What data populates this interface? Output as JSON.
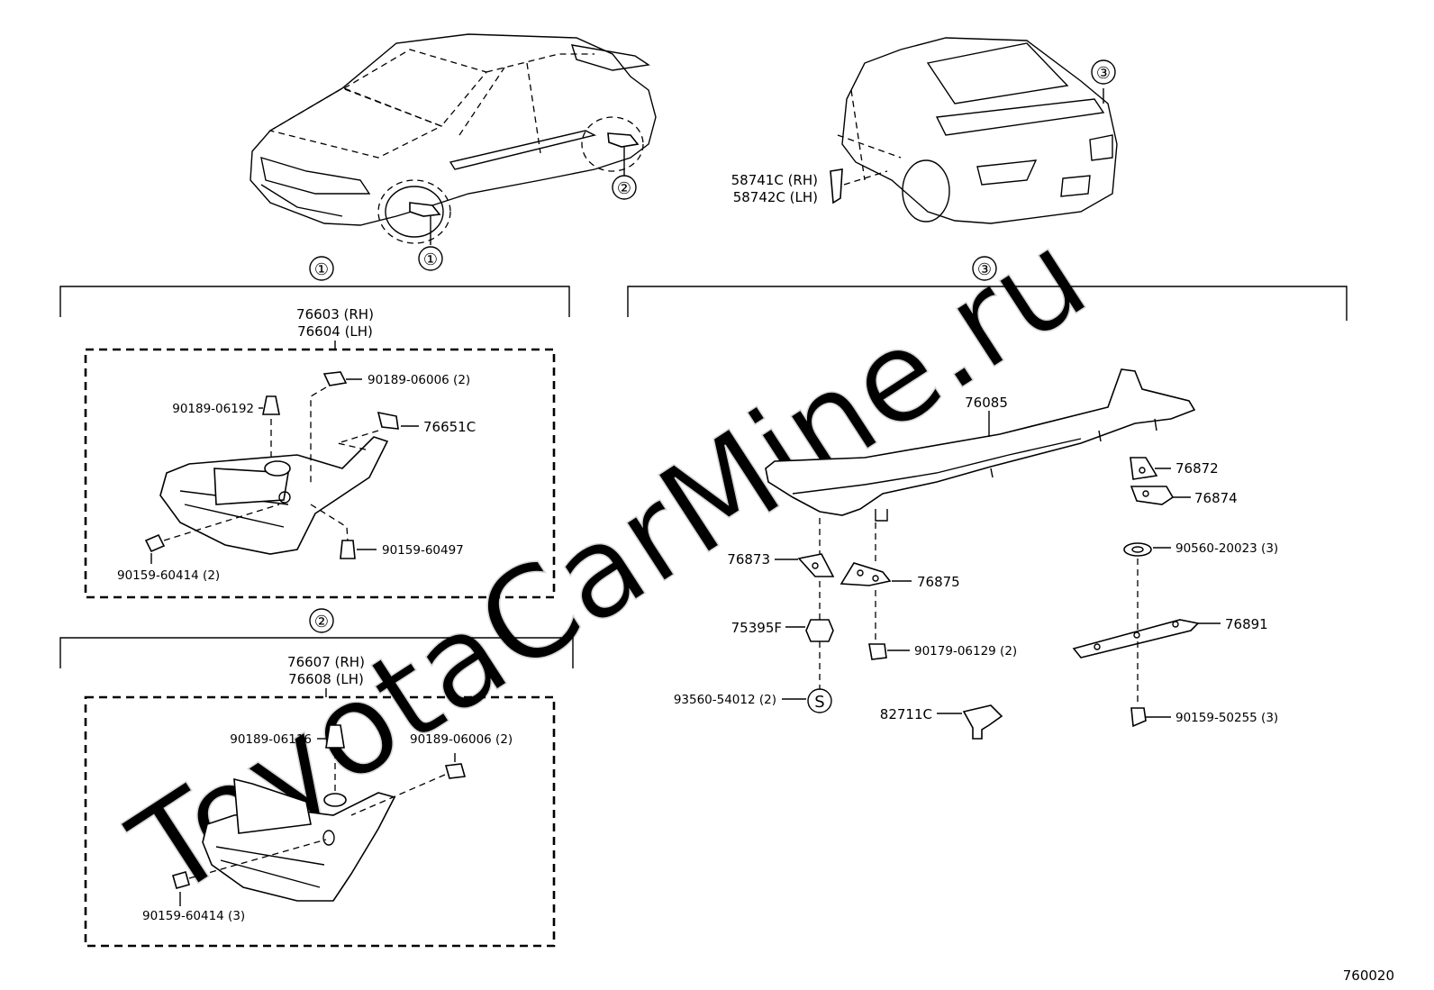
{
  "watermark": "ToyotaCarMine.ru",
  "figure_id": "760020",
  "callouts": {
    "c1": "①",
    "c2": "②",
    "c3": "③"
  },
  "car_labels": {
    "p58741": "58741C (RH)",
    "p58742": "58742C (LH)"
  },
  "section1": {
    "title_rh": "76603 (RH)",
    "title_lh": "76604 (LH)",
    "parts": {
      "a": "90189-06006 (2)",
      "b": "90189-06192",
      "c": "76651C",
      "d": "90159-60497",
      "e": "90159-60414 (2)"
    }
  },
  "section2": {
    "title_rh": "76607 (RH)",
    "title_lh": "76608 (LH)",
    "parts": {
      "a": "90189-06116",
      "b": "90189-06006 (2)",
      "c": "90159-60414 (3)"
    }
  },
  "section3": {
    "parts": {
      "spoiler": "76085",
      "p76872": "76872",
      "p76874": "76874",
      "p90560": "90560-20023 (3)",
      "p76873": "76873",
      "p76875": "76875",
      "p75395": "75395F",
      "p90179": "90179-06129 (2)",
      "p76891": "76891",
      "p93560": "93560-54012 (2)",
      "s_mark": "S",
      "p82711": "82711C",
      "p90159": "90159-50255 (3)"
    }
  }
}
